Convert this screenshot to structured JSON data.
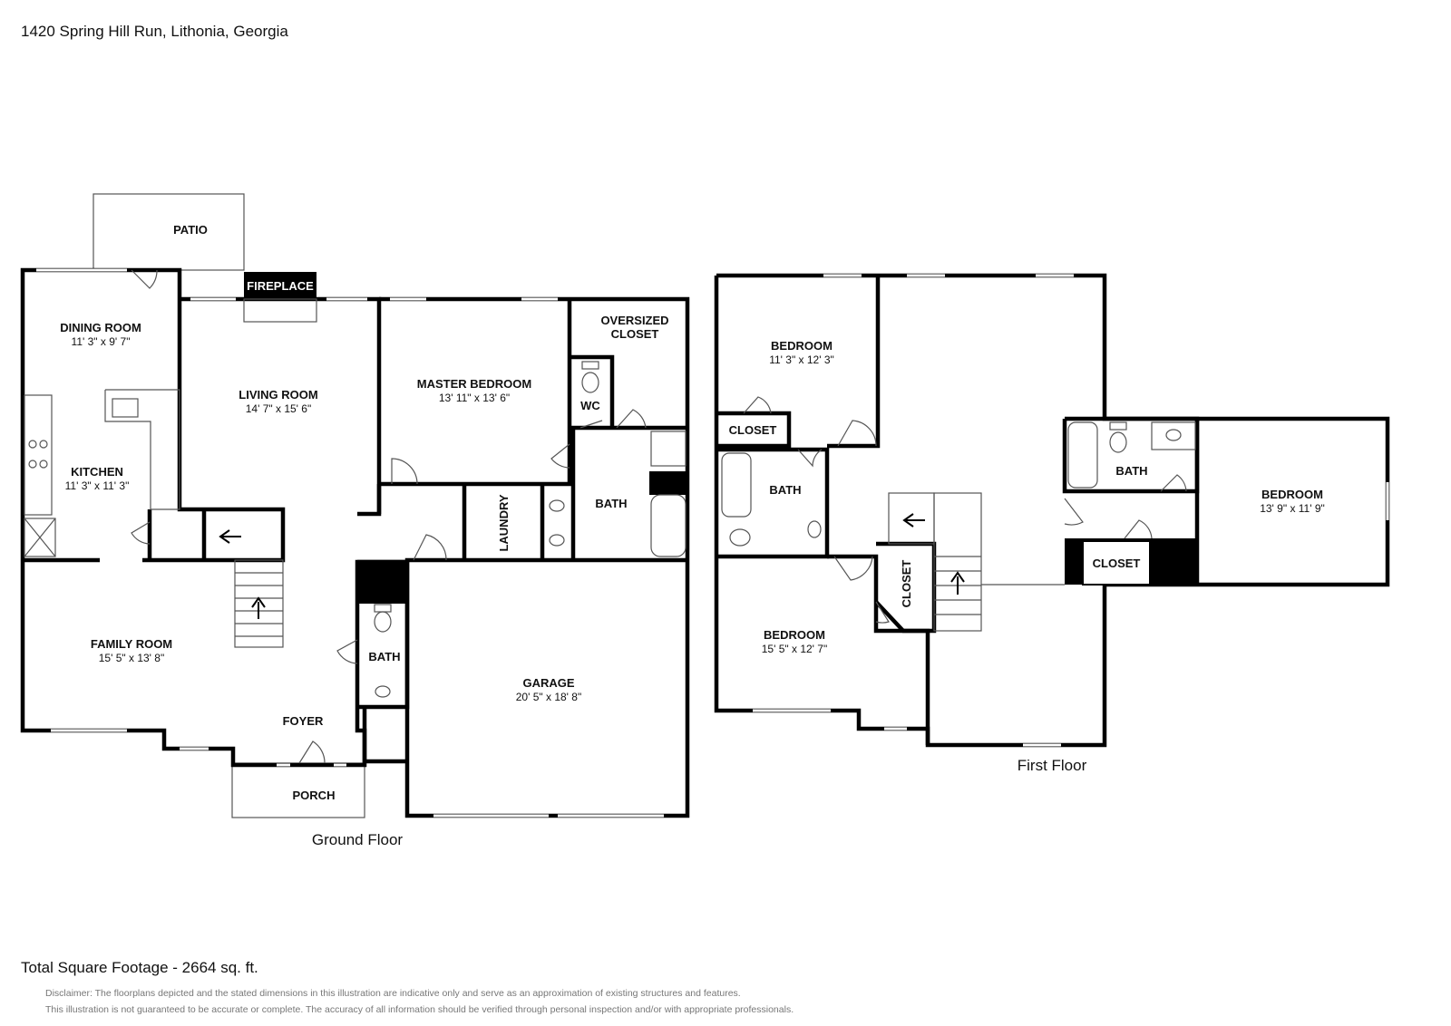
{
  "address": "1420 Spring Hill Run, Lithonia, Georgia",
  "ground_floor": {
    "label": "Ground Floor",
    "rooms": {
      "patio": {
        "name": "PATIO"
      },
      "fireplace": {
        "name": "FIREPLACE"
      },
      "dining": {
        "name": "DINING ROOM",
        "dim": "11' 3\" x 9' 7\""
      },
      "living": {
        "name": "LIVING ROOM",
        "dim": "14' 7\" x 15' 6\""
      },
      "kitchen": {
        "name": "KITCHEN",
        "dim": "11' 3\" x 11' 3\""
      },
      "master": {
        "name": "MASTER BEDROOM",
        "dim": "13' 11\" x 13' 6\""
      },
      "closet_line1": "OVERSIZED",
      "closet_line2": "CLOSET",
      "wc": {
        "name": "WC"
      },
      "bath_master": {
        "name": "BATH"
      },
      "laundry": {
        "name": "LAUNDRY"
      },
      "family": {
        "name": "FAMILY ROOM",
        "dim": "15' 5\" x 13' 8\""
      },
      "bath_half": {
        "name": "BATH"
      },
      "garage": {
        "name": "GARAGE",
        "dim": "20' 5\" x 18' 8\""
      },
      "foyer": {
        "name": "FOYER"
      },
      "porch": {
        "name": "PORCH"
      }
    }
  },
  "first_floor": {
    "label": "First Floor",
    "rooms": {
      "bedroom1": {
        "name": "BEDROOM",
        "dim": "11' 3\" x 12' 3\""
      },
      "closet1": {
        "name": "CLOSET"
      },
      "bath1": {
        "name": "BATH"
      },
      "bedroom2": {
        "name": "BEDROOM",
        "dim": "15' 5\" x 12' 7\""
      },
      "closet2": {
        "name": "CLOSET"
      },
      "bath2": {
        "name": "BATH"
      },
      "bedroom3": {
        "name": "BEDROOM",
        "dim": "13' 9\" x 11' 9\""
      },
      "closet3": {
        "name": "CLOSET"
      }
    }
  },
  "total": "Total Square Footage - 2664 sq. ft.",
  "disclaimer1": "Disclaimer: The floorplans depicted and the stated dimensions in this illustration are indicative only and serve as an approximation of existing structures and features.",
  "disclaimer2": "This illustration is not guaranteed to be accurate or complete. The accuracy of all information should be verified through personal inspection and/or with appropriate professionals."
}
